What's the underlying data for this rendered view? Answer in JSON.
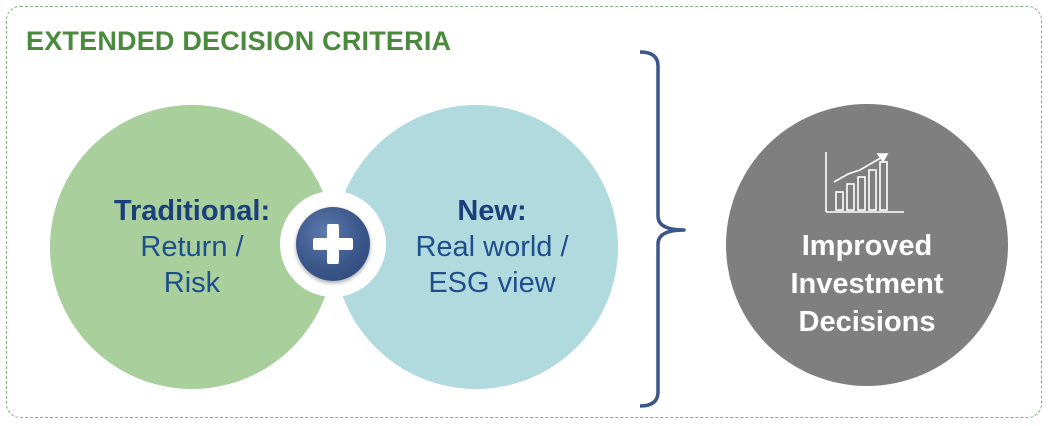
{
  "header": {
    "title": "EXTENDED DECISION CRITERIA"
  },
  "traditional": {
    "heading": "Traditional:",
    "line1": "Return /",
    "line2": "Risk"
  },
  "new": {
    "heading": "New:",
    "line1": "Real world /",
    "line2": "ESG view"
  },
  "combine": {
    "icon": "plus-icon"
  },
  "result": {
    "icon": "growth-chart-icon",
    "line1": "Improved",
    "line2": "Investment",
    "line3": "Decisions"
  },
  "colors": {
    "title_green": "#4a8a3c",
    "border_green": "#7fb57a",
    "traditional_fill": "#a9d09c",
    "new_fill": "#b1dade",
    "result_fill": "#7f7f7f",
    "text_blue": "#1f4e8c",
    "bracket_blue": "#3b5689",
    "badge_blue": "#3b5689"
  }
}
